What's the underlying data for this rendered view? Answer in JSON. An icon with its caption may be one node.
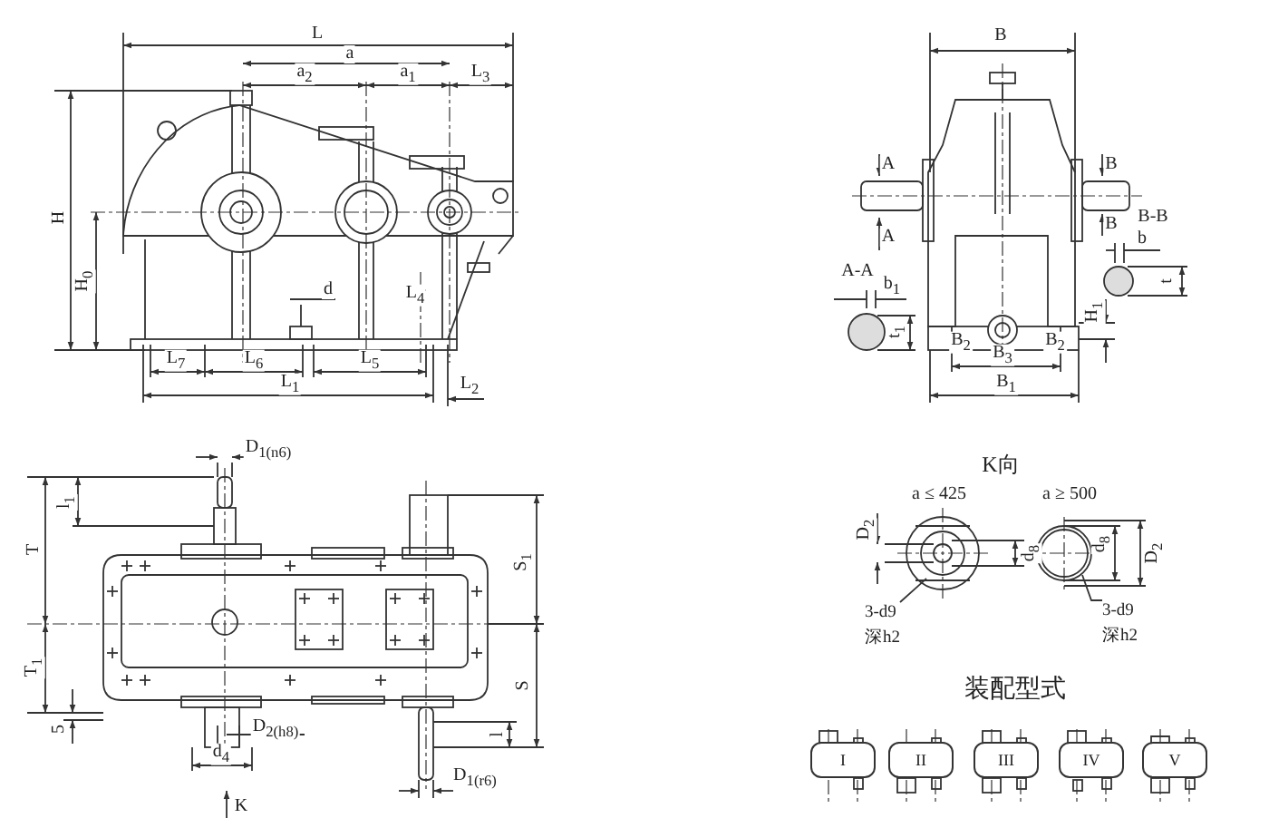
{
  "diagram": {
    "nodes": [
      {
        "text": [
          "3-d9",
          "深h2"
        ]
      },
      {
        "text": [
          "3-d9",
          "深h2"
        ]
      },
      {
        "text": [
          "I"
        ]
      },
      {
        "text": [
          "II"
        ]
      },
      {
        "text": [
          "III"
        ]
      },
      {
        "text": [
          "IV"
        ]
      },
      {
        "text": [
          "V"
        ]
      }
    ],
    "edges": [
      {
        "from": 0,
        "to": null,
        "arrow": "none"
      },
      {
        "from": 1,
        "to": null,
        "arrow": "none"
      }
    ],
    "labels": [
      "L",
      "a",
      "a$_{2}$",
      "a$_{1}$",
      "L$_{3}$",
      "H",
      "H$_{0}$",
      "d",
      "L$_{4}$",
      "L$_{7}$",
      "L$_{6}$",
      "L$_{5}$",
      "L$_{1}$",
      "L$_{2}$",
      "B",
      "A",
      "B",
      "A",
      "B",
      "B-B",
      "A-A",
      "b$_{1}$",
      "b",
      "t",
      "t$_{1}$",
      "H$_{1}$",
      "B$_{2}$",
      "B$_{2}$",
      "B$_{3}$",
      "B$_{1}$",
      "D$_{1(n6)}$",
      "l$_{1}$",
      "T",
      "T$_{1}$",
      "S$_{1}$",
      "S",
      "5",
      "D$_{2(h8)}$",
      "d$_{4}$",
      "l",
      "D$_{1(r6)}$",
      "K",
      "K向",
      "a ≤ 425",
      "a ≥ 500",
      "D$_{2}$",
      "d$_{8}$",
      "d$_{8}$",
      "D$_{2}$",
      "装配型式"
    ]
  }
}
